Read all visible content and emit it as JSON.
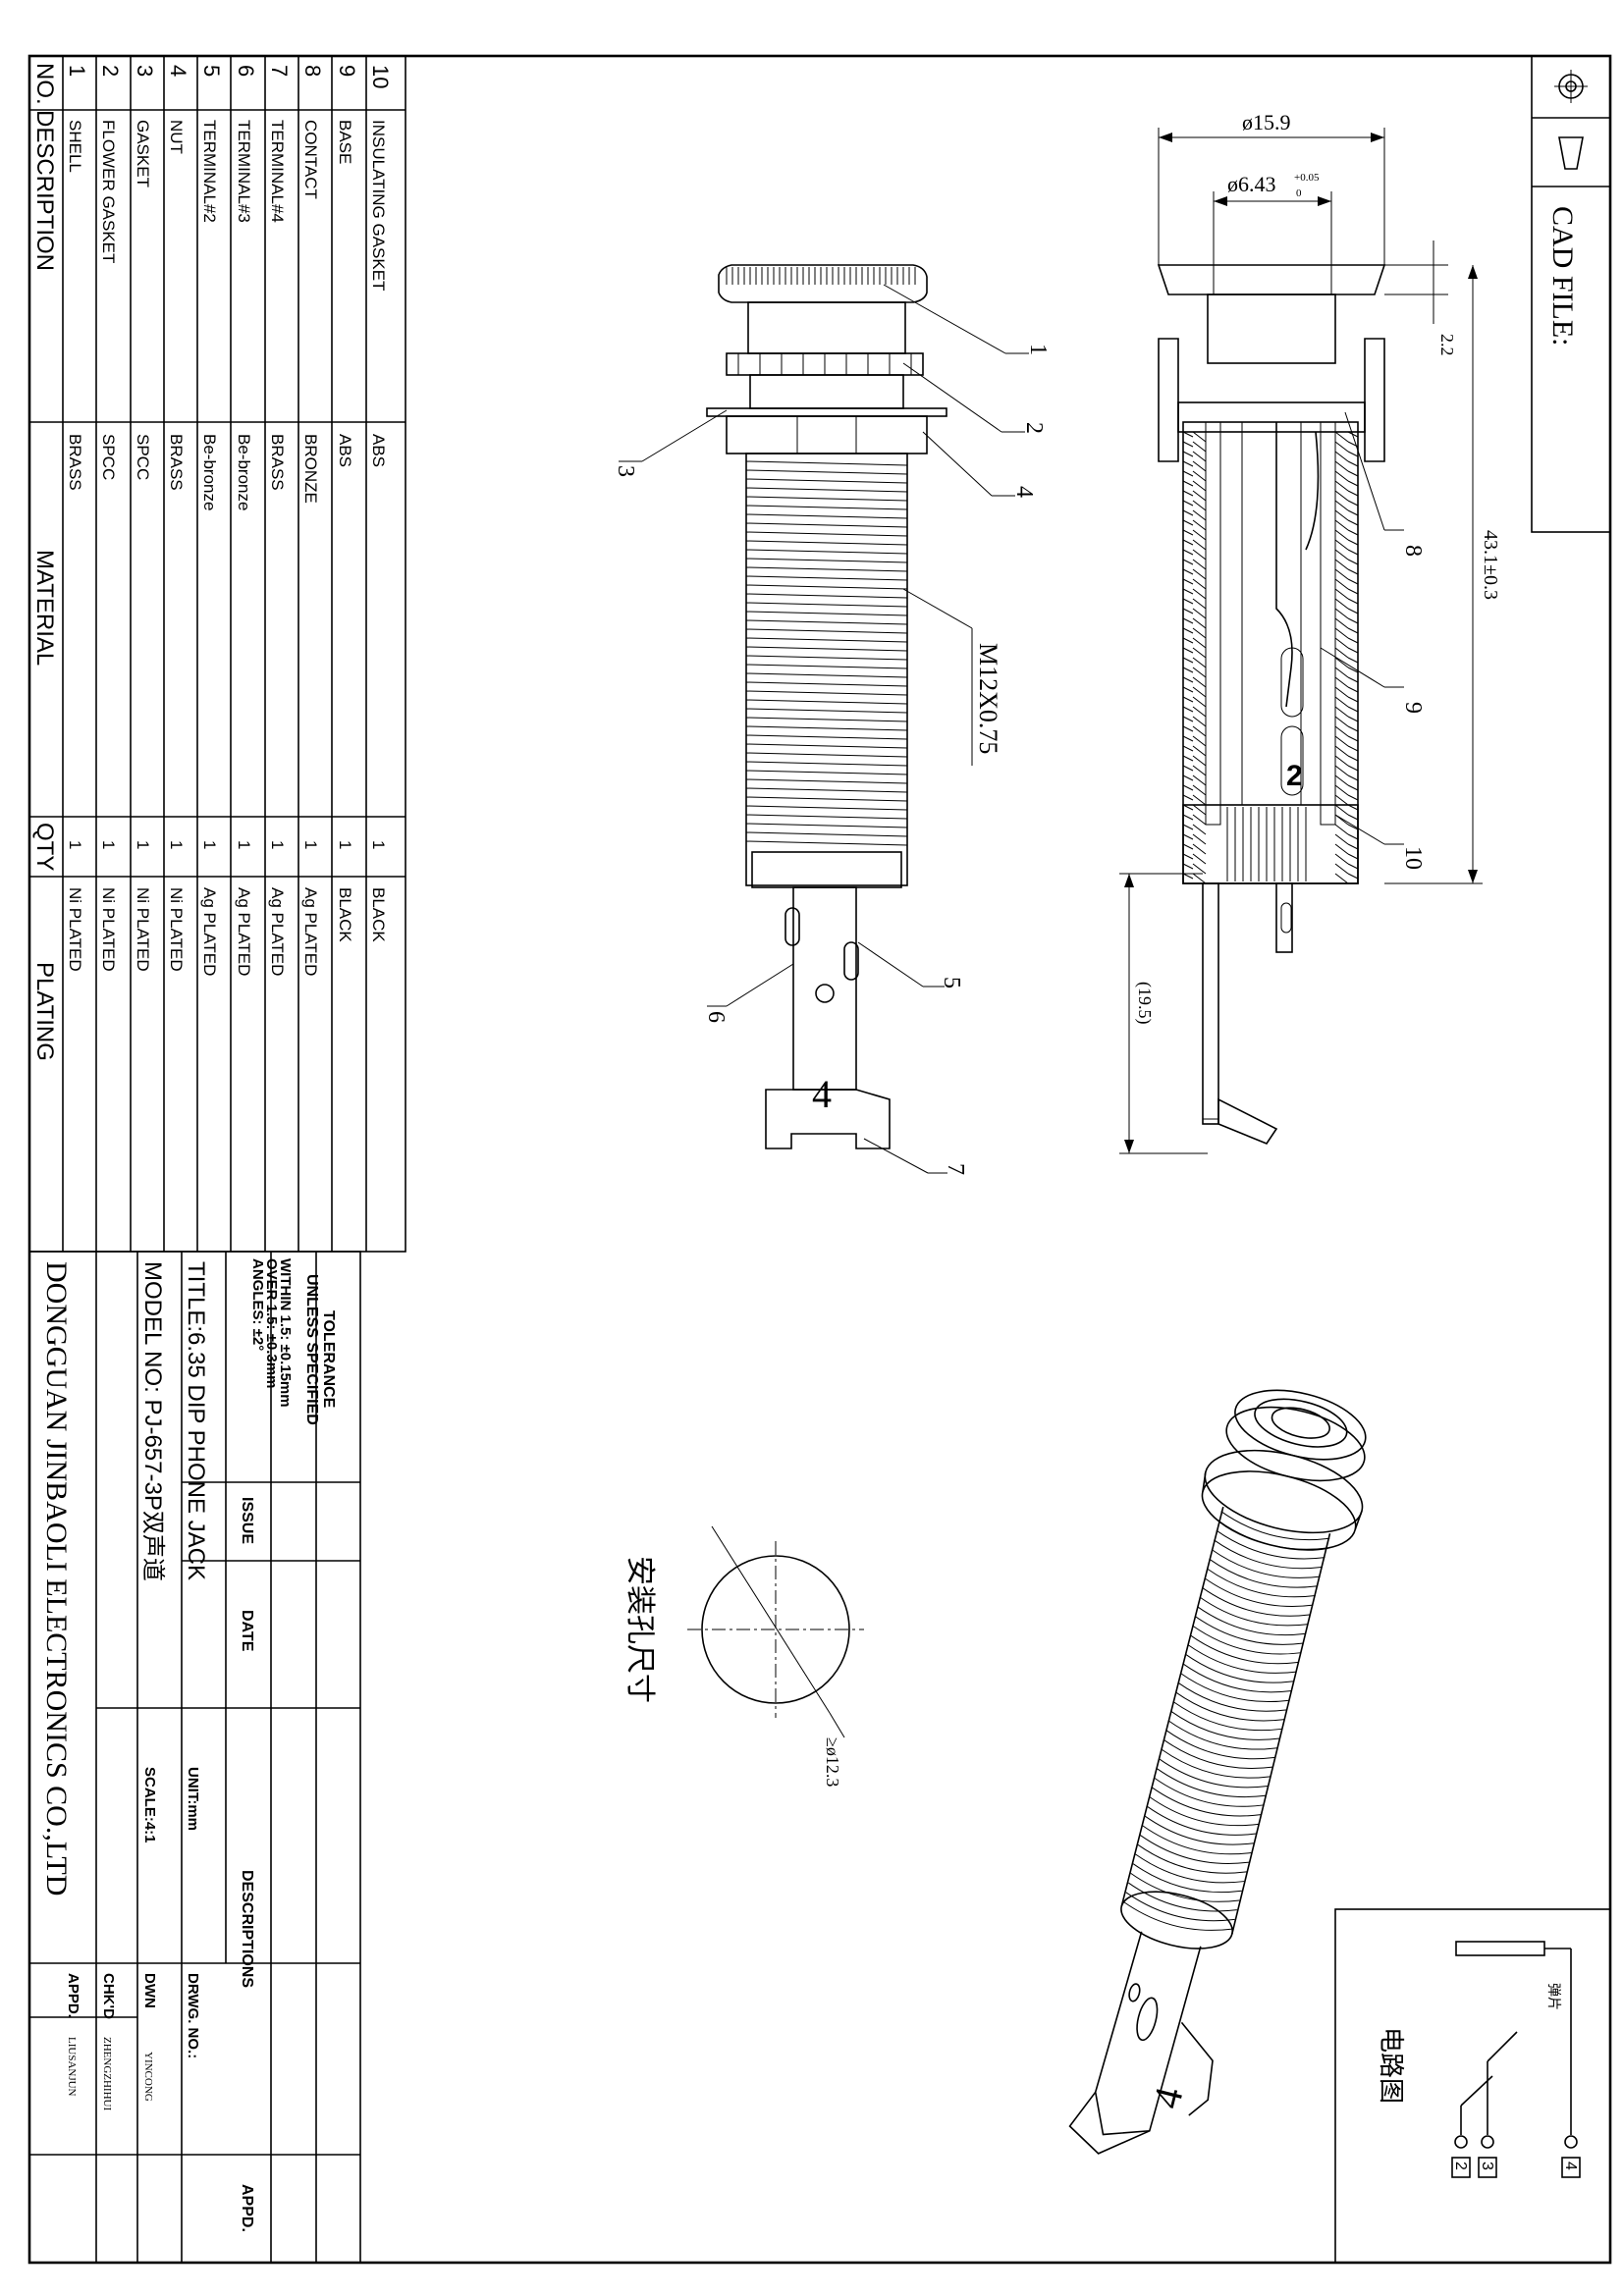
{
  "title_block": {
    "cad_file_label": "CAD FILE:",
    "tolerance_heading": "TOLERANCE",
    "tolerance_sub": "UNLESS SPECIFIED",
    "tolerance_within": "WITHIN 1.5: ±0.15mm",
    "tolerance_over": "OVER 1.5: ±0.3mm",
    "tolerance_angles": "ANGLES: ±2°",
    "issue_label": "ISSUE",
    "date_label": "DATE",
    "descriptions_label": "DESCRIPTIONS",
    "appd_col_label": "APPD.",
    "title": "TITLE:6.35 DIP PHONE JACK",
    "unit": "UNIT:mm",
    "drwg_no": "DRWG. NO.:",
    "model": "MODEL NO: PJ-657-3P双声道",
    "scale": "SCALE:4:1",
    "dwn_label": "DWN",
    "dwn_name": "YINCONG",
    "chkd_label": "CHK'D",
    "chkd_name": "ZHENGZHIHUI",
    "appd_label": "APPD.",
    "appd_name": "LIUSANJUN",
    "company": "DONGGUAN JINBAOLI ELECTRONICS CO.,LTD"
  },
  "bom": {
    "headers": {
      "no": "NO.",
      "description": "DESCRIPTION",
      "material": "MATERIAL",
      "qty": "QTY",
      "plating": "PLATING"
    },
    "rows": [
      {
        "no": "10",
        "description": "INSULATING GASKET",
        "material": "ABS",
        "qty": "1",
        "plating": "BLACK"
      },
      {
        "no": "9",
        "description": "BASE",
        "material": "ABS",
        "qty": "1",
        "plating": "BLACK"
      },
      {
        "no": "8",
        "description": "CONTACT",
        "material": "BRONZE",
        "qty": "1",
        "plating": "Ag PLATED"
      },
      {
        "no": "7",
        "description": "TERMINAL#4",
        "material": "BRASS",
        "qty": "1",
        "plating": "Ag PLATED"
      },
      {
        "no": "6",
        "description": "TERMINAL#3",
        "material": "Be-bronze",
        "qty": "1",
        "plating": "Ag PLATED"
      },
      {
        "no": "5",
        "description": "TERMINAL#2",
        "material": "Be-bronze",
        "qty": "1",
        "plating": "Ag PLATED"
      },
      {
        "no": "4",
        "description": "NUT",
        "material": "BRASS",
        "qty": "1",
        "plating": "Ni PLATED"
      },
      {
        "no": "3",
        "description": "GASKET",
        "material": "SPCC",
        "qty": "1",
        "plating": "Ni PLATED"
      },
      {
        "no": "2",
        "description": "FLOWER GASKET",
        "material": "SPCC",
        "qty": "1",
        "plating": "Ni PLATED"
      },
      {
        "no": "1",
        "description": "SHELL",
        "material": "BRASS",
        "qty": "1",
        "plating": "Ni PLATED"
      }
    ]
  },
  "dimensions": {
    "dia_outer": "ø15.9",
    "dia_inner": "ø6.43",
    "dia_inner_tol_upper": "+0.05",
    "dia_inner_tol_lower": "0",
    "flange": "2.2",
    "length": "43.1±0.3",
    "pin_length": "(19.5)",
    "thread": "M12X0.75",
    "hole": "≥ø12.3"
  },
  "callouts": [
    "1",
    "2",
    "3",
    "4",
    "5",
    "6",
    "7",
    "8",
    "9",
    "10"
  ],
  "terminal_labels": {
    "side_view": "4",
    "section_view": "2",
    "iso_view": "4"
  },
  "hole_caption": "安装孔尺寸",
  "circuit": {
    "caption": "电路图",
    "spring_label": "弹片",
    "pins": [
      "4",
      "3",
      "2"
    ]
  }
}
